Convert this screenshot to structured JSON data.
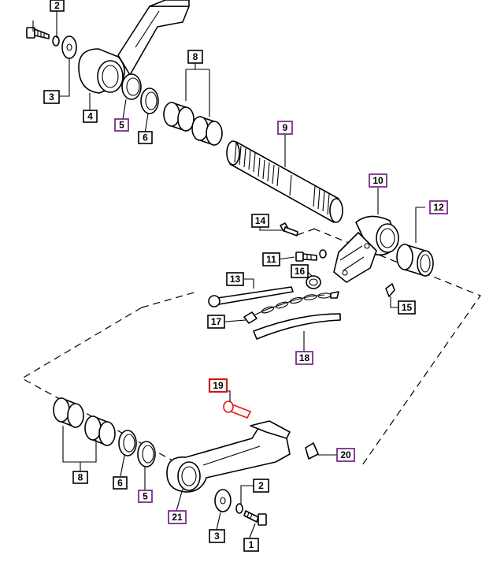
{
  "callouts": {
    "c1": "1",
    "c2_top": "2",
    "c2_bottom": "2",
    "c3_top": "3",
    "c3_bottom": "3",
    "c4": "4",
    "c5_top": "5",
    "c5_bottom": "5",
    "c6_top": "6",
    "c6_bottom": "6",
    "c8_top": "8",
    "c8_bottom": "8",
    "c9": "9",
    "c10": "10",
    "c11": "11",
    "c12": "12",
    "c13": "13",
    "c14": "14",
    "c15": "15",
    "c16": "16",
    "c17": "17",
    "c18": "18",
    "c19": "19",
    "c20": "20",
    "c21": "21"
  },
  "colors": {
    "highlight": "#d01818",
    "accent": "#7b2e8c",
    "line": "#000000",
    "background": "#ffffff"
  }
}
